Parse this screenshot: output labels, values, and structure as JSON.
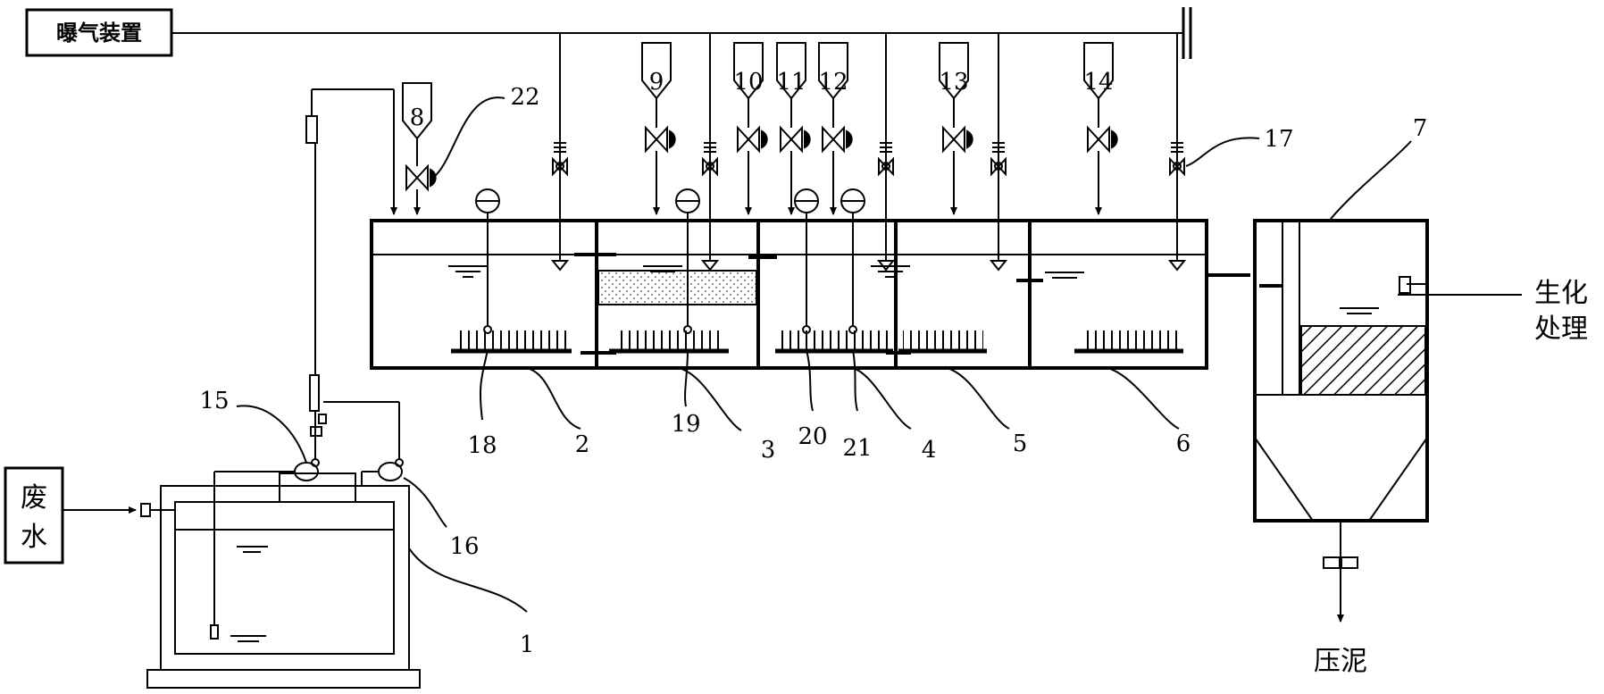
{
  "labels": {
    "aeration_device": "曝气装置",
    "wastewater_line1": "废",
    "wastewater_line2": "水",
    "biochem_line1": "生化",
    "biochem_line2": "处理",
    "sludge_press": "压泥"
  },
  "part_numbers": {
    "n1": "1",
    "n2": "2",
    "n3": "3",
    "n4": "4",
    "n5": "5",
    "n6": "6",
    "n7": "7",
    "n8": "8",
    "n9": "9",
    "n10": "10",
    "n11": "11",
    "n12": "12",
    "n13": "13",
    "n14": "14",
    "n15": "15",
    "n16": "16",
    "n17": "17",
    "n18": "18",
    "n19": "19",
    "n20": "20",
    "n21": "21",
    "n22": "22"
  },
  "colors": {
    "line": "#000000",
    "background": "#ffffff"
  }
}
